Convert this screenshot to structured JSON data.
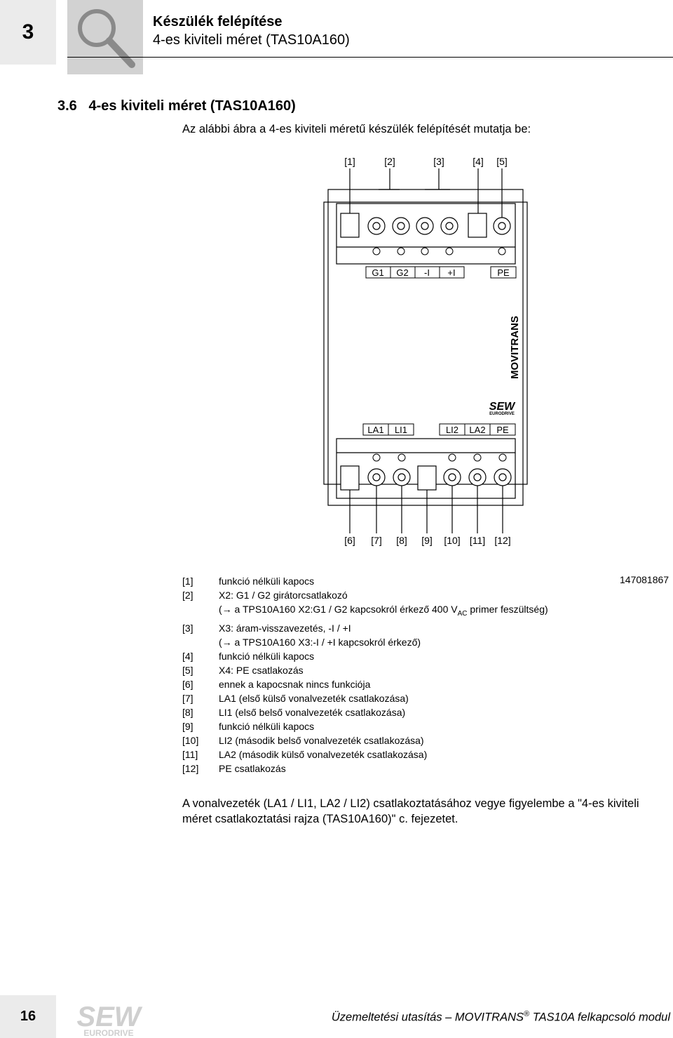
{
  "header": {
    "chapter_number": "3",
    "title": "Készülék felépítése",
    "subtitle": "4-es kiviteli méret (TAS10A160)"
  },
  "section": {
    "number": "3.6",
    "title": "4-es kiviteli méret (TAS10A160)",
    "intro": "Az alábbi ábra a 4-es kiviteli méretű készülék felépítését mutatja be:"
  },
  "figure": {
    "top_callouts": [
      "[1]",
      "[2]",
      "[3]",
      "[4]",
      "[5]"
    ],
    "bottom_callouts": [
      "[6]",
      "[7]",
      "[8]",
      "[9]",
      "[10]",
      "[11]",
      "[12]"
    ],
    "top_terminal_labels": [
      "G1",
      "G2",
      "-I",
      "+I",
      "PE"
    ],
    "bottom_terminal_labels": [
      "LA1",
      "LI1",
      "LI2",
      "LA2",
      "PE"
    ],
    "brand_vertical": "MOVITRANS",
    "brand_logo": "SEW",
    "brand_logo_sub": "EURODRIVE",
    "figure_id": "147081867"
  },
  "legend": [
    {
      "tag": "[1]",
      "text": "funkció nélküli kapocs"
    },
    {
      "tag": "[2]",
      "text": "X2: G1 / G2 girátorcsatlakozó",
      "sub_pre": "(→ a TPS10A160 X2:G1 / G2 kapcsokról érkező 400 V",
      "sub_sub": "AC",
      "sub_post": " primer feszültség)"
    },
    {
      "tag": "[3]",
      "text": "X3: áram-visszavezetés, -I / +I",
      "sub_pre": "(→ a TPS10A160 X3:-I / +I kapcsokról érkező)",
      "sub_sub": "",
      "sub_post": ""
    },
    {
      "tag": "[4]",
      "text": "funkció nélküli kapocs"
    },
    {
      "tag": "[5]",
      "text": "X4: PE csatlakozás"
    },
    {
      "tag": "[6]",
      "text": "ennek a kapocsnak nincs funkciója"
    },
    {
      "tag": "[7]",
      "text": "LA1 (első külső vonalvezeték csatlakozása)"
    },
    {
      "tag": "[8]",
      "text": "LI1 (első belső vonalvezeték csatlakozása)"
    },
    {
      "tag": "[9]",
      "text": "funkció nélküli kapocs"
    },
    {
      "tag": "[10]",
      "text": "LI2 (második belső vonalvezeték csatlakozása)"
    },
    {
      "tag": "[11]",
      "text": "LA2 (második külső vonalvezeték csatlakozása)"
    },
    {
      "tag": "[12]",
      "text": "PE csatlakozás"
    }
  ],
  "note": "A vonalvezeték (LA1 / LI1, LA2 / LI2) csatlakoztatásához vegye figyelembe a \"4-es kiviteli méret csatlakoztatási rajza (TAS10A160)\" c. fejezetet.",
  "footer": {
    "page_number": "16",
    "logo_text": "SEW",
    "logo_sub": "EURODRIVE",
    "doc_pre": "Üzemeltetési utasítás – MOVITRANS",
    "doc_reg": "®",
    "doc_post": " TAS10A felkapcsoló modul"
  }
}
